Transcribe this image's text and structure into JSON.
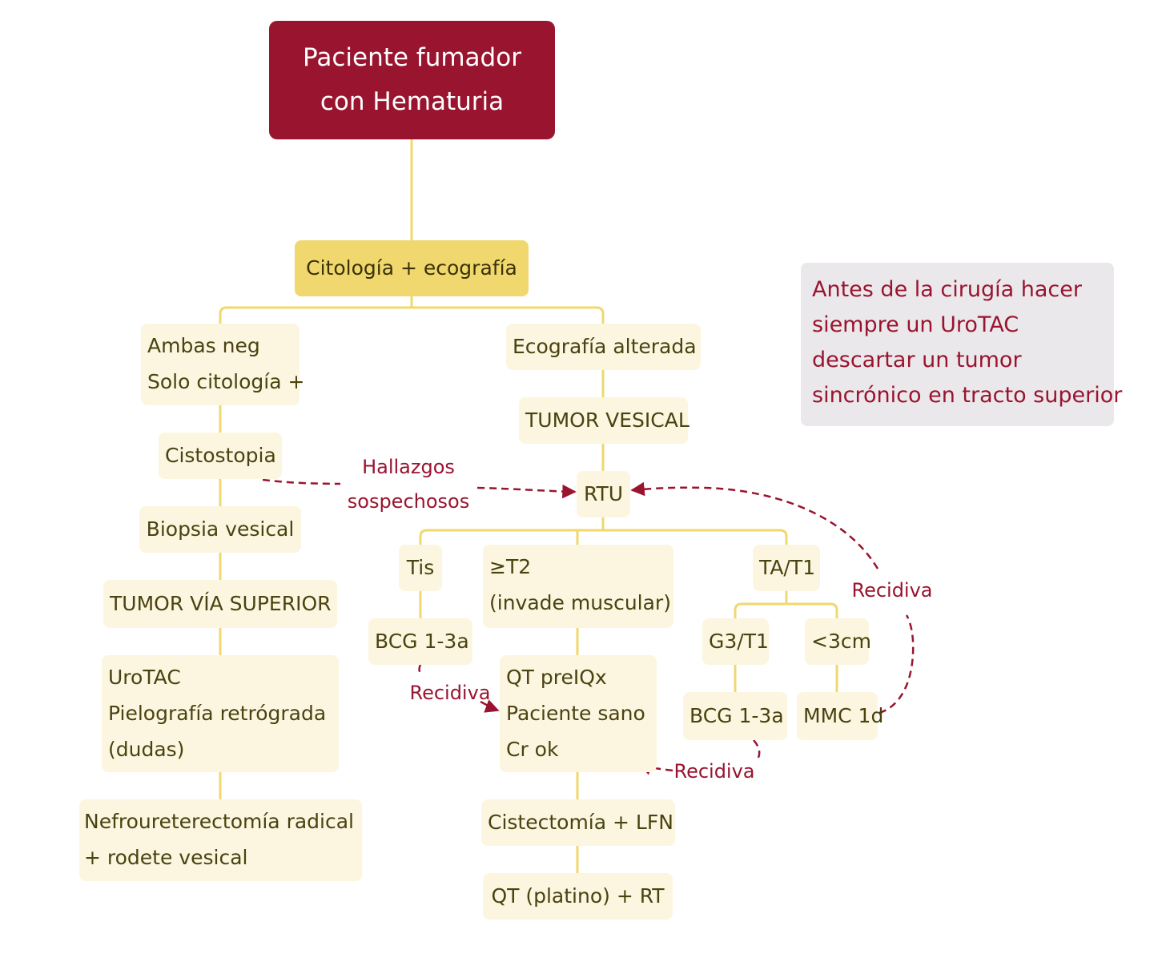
{
  "colors": {
    "root_fill": "#99142f",
    "accent_yellow": "#f0d86e",
    "node_fill": "#fcf6e0",
    "connector": "#f0d86e",
    "recurrence_arrow": "#99142f",
    "note_fill": "#ebe8eb"
  },
  "nodes": {
    "root": [
      "Paciente fumador",
      "con Hematuria"
    ],
    "screening": [
      "Citología + ecografía"
    ],
    "both_negative": [
      "Ambas neg",
      "Solo citología +"
    ],
    "cystoscopy": [
      "Cistostopia"
    ],
    "bladder_biopsy": [
      "Biopsia vesical"
    ],
    "upper_tract_tumor": [
      "TUMOR VÍA SUPERIOR"
    ],
    "urotac": [
      "UroTAC",
      "Pielografía retrógrada",
      "(dudas)"
    ],
    "nephroureterectomy": [
      "Nefroureterectomía radical",
      "+ rodete vesical"
    ],
    "abnormal_ultrasound": [
      "Ecografía alterada"
    ],
    "bladder_tumor": [
      "TUMOR VESICAL"
    ],
    "rtu": [
      "RTU"
    ],
    "tis": [
      "Tis"
    ],
    "t2": [
      "≥T2",
      "(invade muscular)"
    ],
    "ta_t1": [
      "TA/T1"
    ],
    "bcg_tis": [
      "BCG 1-3a"
    ],
    "g3_t1": [
      "G3/T1"
    ],
    "lt3cm": [
      "<3cm"
    ],
    "bcg_g3": [
      "BCG 1-3a"
    ],
    "mmc": [
      "MMC 1d"
    ],
    "qt_preiqx": [
      "QT preIQx",
      "Paciente sano",
      "Cr ok"
    ],
    "cystectomy": [
      "Cistectomía + LFN"
    ],
    "qt_rt": [
      "QT (platino) + RT"
    ]
  },
  "labels": {
    "suspicious_findings": [
      "Hallazgos",
      "sospechosos"
    ],
    "recurrence_mmc": [
      "Recidiva"
    ],
    "recurrence_bcg_tis": [
      "Recidiva"
    ],
    "recurrence_bcg_g3": [
      "Recidiva"
    ]
  },
  "note": {
    "text": [
      "Antes de la cirugía hacer",
      "siempre un UroTAC",
      "descartar un tumor",
      "sincrónico en tracto superior"
    ]
  }
}
